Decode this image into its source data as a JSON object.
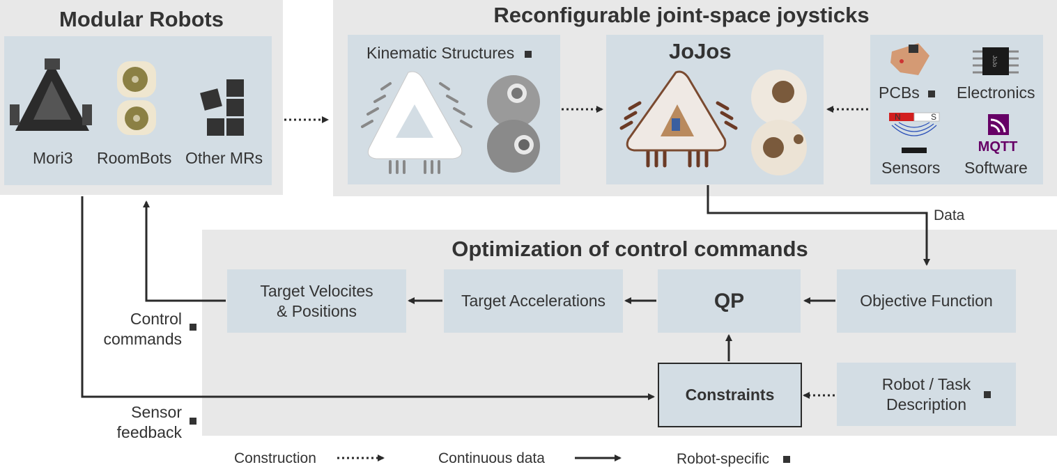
{
  "modular_robots": {
    "title": "Modular Robots",
    "items": [
      "Mori3",
      "RoomBots",
      "Other MRs"
    ]
  },
  "joysticks": {
    "title": "Reconfigurable joint-space joysticks",
    "kinematic_label": "Kinematic Structures",
    "jojos_label": "JoJos",
    "components": [
      "PCBs",
      "Electronics",
      "Sensors",
      "Software"
    ],
    "magnet_n": "N",
    "magnet_s": "S",
    "mqtt_text": "MQTT",
    "chip_text": "JoJo"
  },
  "data_label": "Data",
  "optimization": {
    "title": "Optimization of control commands",
    "target_vel_line1": "Target Velocites",
    "target_vel_line2": "& Positions",
    "target_acc": "Target Accelerations",
    "qp": "QP",
    "objective": "Objective Function",
    "constraints": "Constraints",
    "robot_task_line1": "Robot / Task",
    "robot_task_line2": "Description"
  },
  "side_labels": {
    "control_line1": "Control",
    "control_line2": "commands",
    "sensor_line1": "Sensor",
    "sensor_line2": "feedback"
  },
  "legend": {
    "construction": "Construction",
    "continuous": "Continuous data",
    "robot_specific": "Robot-specific"
  }
}
